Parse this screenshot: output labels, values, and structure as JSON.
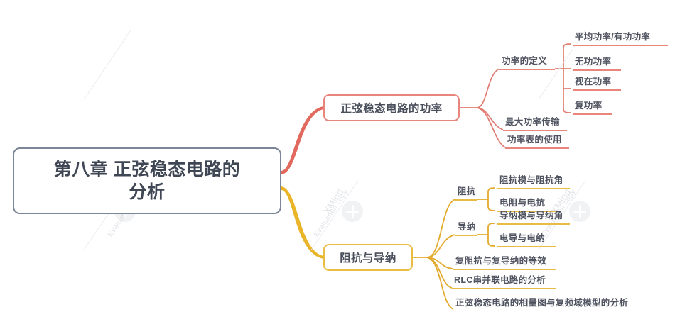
{
  "app": {
    "watermark_brand": "XMind",
    "watermark_notice": "Evaluation copy",
    "logo_icon": "xmind-plus-logo-icon"
  },
  "colors": {
    "root_border": "#7c8699",
    "branch_power": "#e8857c",
    "branch_impedance": "#e9bd44",
    "text": "#4a4f5c",
    "background": "#ffffff"
  },
  "mindmap": {
    "root": {
      "label": "第八章 正弦稳态电路的\n分析",
      "label_line1": "第八章 正弦稳态电路的",
      "label_line2": "分析"
    },
    "branches": [
      {
        "id": "power",
        "label": "正弦稳态电路的功率",
        "color": "#e8857c",
        "children": [
          {
            "label": "功率的定义",
            "children": [
              {
                "label": "平均功率/有功功率"
              },
              {
                "label": "无功功率"
              },
              {
                "label": "视在功率"
              },
              {
                "label": "复功率"
              }
            ]
          },
          {
            "label": "最大功率传输",
            "children": []
          },
          {
            "label": "功率表的使用",
            "children": []
          }
        ]
      },
      {
        "id": "impedance",
        "label": "阻抗与导纳",
        "color": "#e9bd44",
        "children": [
          {
            "label": "阻抗",
            "children": [
              {
                "label": "阻抗模与阻抗角"
              },
              {
                "label": "电阻与电抗"
              }
            ]
          },
          {
            "label": "导纳",
            "children": [
              {
                "label": "导纳模与导纳角"
              },
              {
                "label": "电导与电纳"
              }
            ]
          },
          {
            "label": "复阻抗与复导纳的等效",
            "children": []
          },
          {
            "label": "RLC串并联电路的分析",
            "children": []
          },
          {
            "label": "正弦稳态电路的相量图与复频域模型的分析",
            "children": []
          }
        ]
      }
    ]
  }
}
